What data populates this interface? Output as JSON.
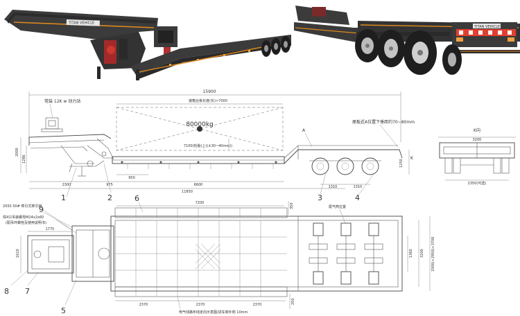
{
  "photos": {
    "left_brand": "TITAN VEHICLE",
    "right_brand": "TITAN VEHICLE"
  },
  "side_view": {
    "overall_length": "15900",
    "platform_length_note": "装箱台板长度(长)>7000",
    "load_capacity": "80000kg",
    "load_height_note": "7100(轮胎(上)(±30~40mm))",
    "gooseneck_note": "常装 12K w 动力站",
    "height_left": "2000",
    "height_left2": "1286",
    "ramp_note": "尾板近A位置下垂距约70~80mm",
    "label_a": "A",
    "deck_height": "1250",
    "label_k": "K",
    "axle_spacing_1": "1310",
    "axle_spacing_2": "1310",
    "dim_2300": "2300",
    "dim_975": "975",
    "dim_950": "950",
    "dim_6600": "6600",
    "dim_11850": "11850",
    "callouts": [
      "1",
      "2",
      "3",
      "4"
    ]
  },
  "end_view": {
    "title": "K向",
    "width_top": "3200",
    "width_bottom": "2350(可选)"
  },
  "plan_view": {
    "coupling_note": "2050 50# 牵引式牵引销",
    "bolt_note": "焊4只吊装螺母M24x2x60",
    "bolt_note2": "(配吊环螺栓及使用说明书)",
    "exhaust_note": "尾气筒位置",
    "wiring_note": "电气线路布线走向示意图/进车架外侧 10mm",
    "dim_7200": "7200",
    "dim_350": "350",
    "dim_1775": "1775",
    "dim_1610": "1610",
    "dim_1360": "1360",
    "dim_3200": "3200",
    "dim_total_width": "3300(+2950)+3700",
    "dim_2370_a": "2370",
    "dim_2370_b": "2370",
    "dim_2370_c": "2370",
    "dim_250": "250",
    "callouts": [
      "5",
      "6",
      "7",
      "8",
      "9"
    ]
  },
  "colors": {
    "trailer_body": "#3b3b3b",
    "stripe": "#e08a1e",
    "tire": "#1e1e1e",
    "rim": "#bcbcbc",
    "line": "#555555"
  }
}
